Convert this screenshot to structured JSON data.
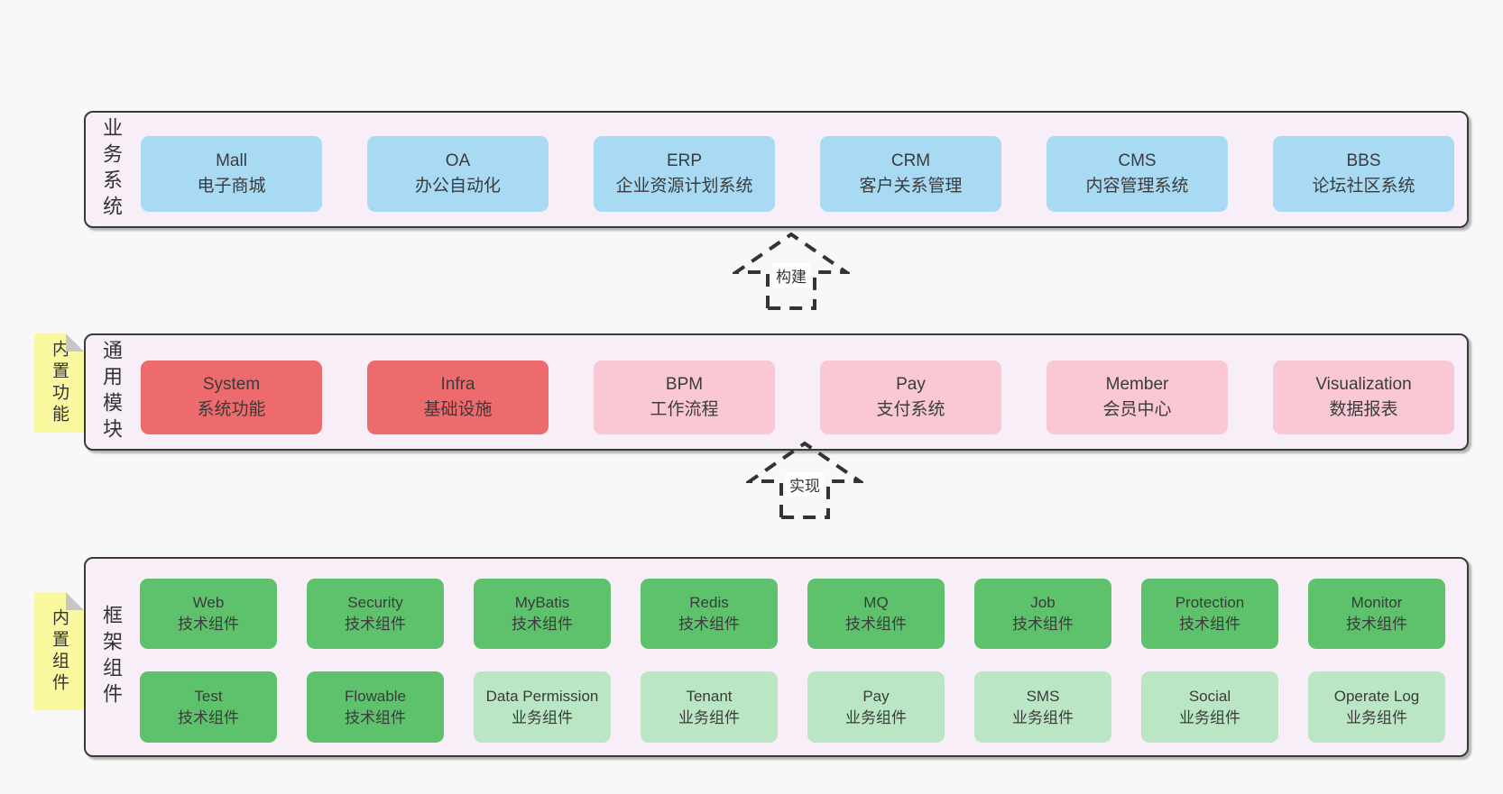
{
  "colors": {
    "page_bg": "#f8f8f8",
    "panel_bg": "#f8eef7",
    "panel_border": "#3a3a3a",
    "blue": "#a8daf4",
    "red": "#ed6a6d",
    "pink": "#f9c8d4",
    "green_dark": "#5ec26d",
    "green_light": "#bae6c4",
    "sticky_yellow": "#fbf99f",
    "text": "#3b3b3b"
  },
  "arrows": [
    {
      "label": "构建"
    },
    {
      "label": "实现"
    }
  ],
  "layers": {
    "business": {
      "side_label": "业务系统",
      "boxes": [
        {
          "title": "Mall",
          "subtitle": "电子商城"
        },
        {
          "title": "OA",
          "subtitle": "办公自动化"
        },
        {
          "title": "ERP",
          "subtitle": "企业资源计划系统"
        },
        {
          "title": "CRM",
          "subtitle": "客户关系管理"
        },
        {
          "title": "CMS",
          "subtitle": "内容管理系统"
        },
        {
          "title": "BBS",
          "subtitle": "论坛社区系统"
        }
      ]
    },
    "modules": {
      "side_label": "通用模块",
      "sticky_label": "内置功能",
      "boxes": [
        {
          "title": "System",
          "subtitle": "系统功能",
          "variant": "red"
        },
        {
          "title": "Infra",
          "subtitle": "基础设施",
          "variant": "red"
        },
        {
          "title": "BPM",
          "subtitle": "工作流程",
          "variant": "pink"
        },
        {
          "title": "Pay",
          "subtitle": "支付系统",
          "variant": "pink"
        },
        {
          "title": "Member",
          "subtitle": "会员中心",
          "variant": "pink"
        },
        {
          "title": "Visualization",
          "subtitle": "数据报表",
          "variant": "pink"
        }
      ]
    },
    "components": {
      "side_label": "框架组件",
      "sticky_label": "内置组件",
      "row1": [
        {
          "title": "Web",
          "subtitle": "技术组件",
          "variant": "green-dark"
        },
        {
          "title": "Security",
          "subtitle": "技术组件",
          "variant": "green-dark"
        },
        {
          "title": "MyBatis",
          "subtitle": "技术组件",
          "variant": "green-dark"
        },
        {
          "title": "Redis",
          "subtitle": "技术组件",
          "variant": "green-dark"
        },
        {
          "title": "MQ",
          "subtitle": "技术组件",
          "variant": "green-dark"
        },
        {
          "title": "Job",
          "subtitle": "技术组件",
          "variant": "green-dark"
        },
        {
          "title": "Protection",
          "subtitle": "技术组件",
          "variant": "green-dark"
        },
        {
          "title": "Monitor",
          "subtitle": "技术组件",
          "variant": "green-dark"
        }
      ],
      "row2": [
        {
          "title": "Test",
          "subtitle": "技术组件",
          "variant": "green-dark"
        },
        {
          "title": "Flowable",
          "subtitle": "技术组件",
          "variant": "green-dark"
        },
        {
          "title": "Data Permission",
          "subtitle": "业务组件",
          "variant": "green-light"
        },
        {
          "title": "Tenant",
          "subtitle": "业务组件",
          "variant": "green-light"
        },
        {
          "title": "Pay",
          "subtitle": "业务组件",
          "variant": "green-light"
        },
        {
          "title": "SMS",
          "subtitle": "业务组件",
          "variant": "green-light"
        },
        {
          "title": "Social",
          "subtitle": "业务组件",
          "variant": "green-light"
        },
        {
          "title": "Operate Log",
          "subtitle": "业务组件",
          "variant": "green-light"
        }
      ]
    }
  }
}
